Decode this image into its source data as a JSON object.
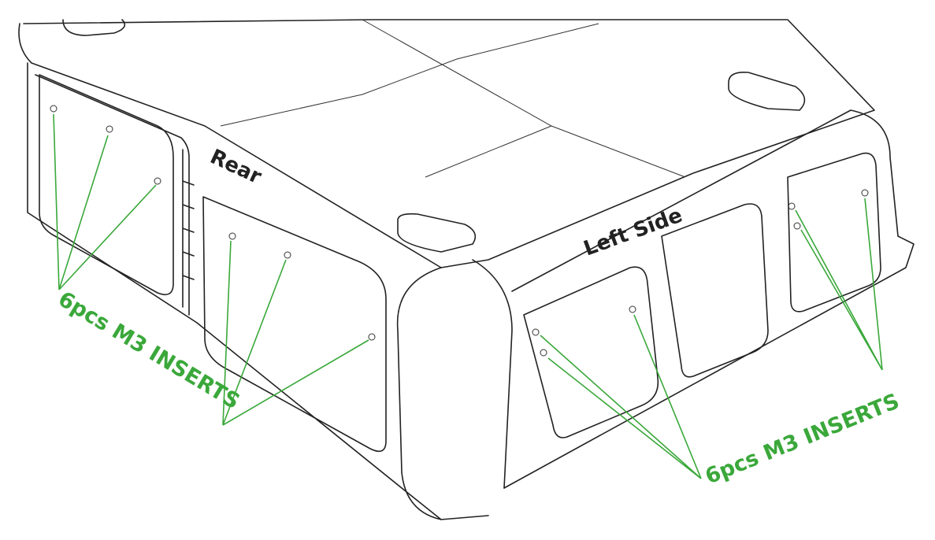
{
  "labels": {
    "rear": "Rear",
    "left_side": "Left Side",
    "inserts_rear": "6pcs M3 INSERTS",
    "inserts_left": "6pcs M3 INSERTS"
  },
  "colors": {
    "annotation": "#3aa83a",
    "outline": "#222222",
    "background": "#ffffff"
  }
}
